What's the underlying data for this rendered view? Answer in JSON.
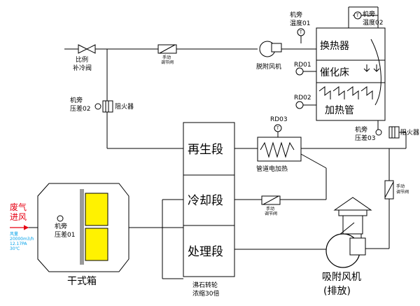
{
  "colors": {
    "line": "#000000",
    "accent_red": "#e60012",
    "accent_cyan": "#00a0e9",
    "filter_yellow": "#fff200",
    "filter_grey": "#9a9a9a",
    "background": "#ffffff"
  },
  "labels": {
    "waste_gas_in": [
      "废气",
      "进风"
    ],
    "waste_gas_readout": [
      "风量",
      "20000m3/h",
      "12.17PA",
      "30℃"
    ],
    "dry_box": "干式箱",
    "bypass_dp01": [
      "机旁",
      "压差01"
    ],
    "proportional_valve": [
      "比例",
      "补冷阀"
    ],
    "manual_valve_top": [
      "手动",
      "调节阀"
    ],
    "desorption_fan": "脱附风机",
    "bypass_temp01": [
      "机旁",
      "温度01"
    ],
    "bypass_temp02": [
      "机旁",
      "温度02"
    ],
    "heat_exchanger": "换热器",
    "catalytic_bed": "催化床",
    "heating_tube": "加热管",
    "rd01": "RD01",
    "rd02": "RD02",
    "bypass_dp02": [
      "机旁",
      "压差02"
    ],
    "flame_arrester_left": "阻火器",
    "rd03": "RD03",
    "duct_heater": "管道电加热",
    "regeneration": "再生段",
    "cooling": "冷却段",
    "treatment": "处理段",
    "zeolite_rotor": [
      "沸石转轮",
      "浓缩30倍"
    ],
    "manual_valve_mid": [
      "手动",
      "调节阀"
    ],
    "bypass_dp03": [
      "机旁",
      "压差03"
    ],
    "flame_arrester_right": "阻火器",
    "manual_valve_right": [
      "手动",
      "调节阀"
    ],
    "adsorption_fan": [
      "吸附风机",
      "(排放)"
    ]
  }
}
